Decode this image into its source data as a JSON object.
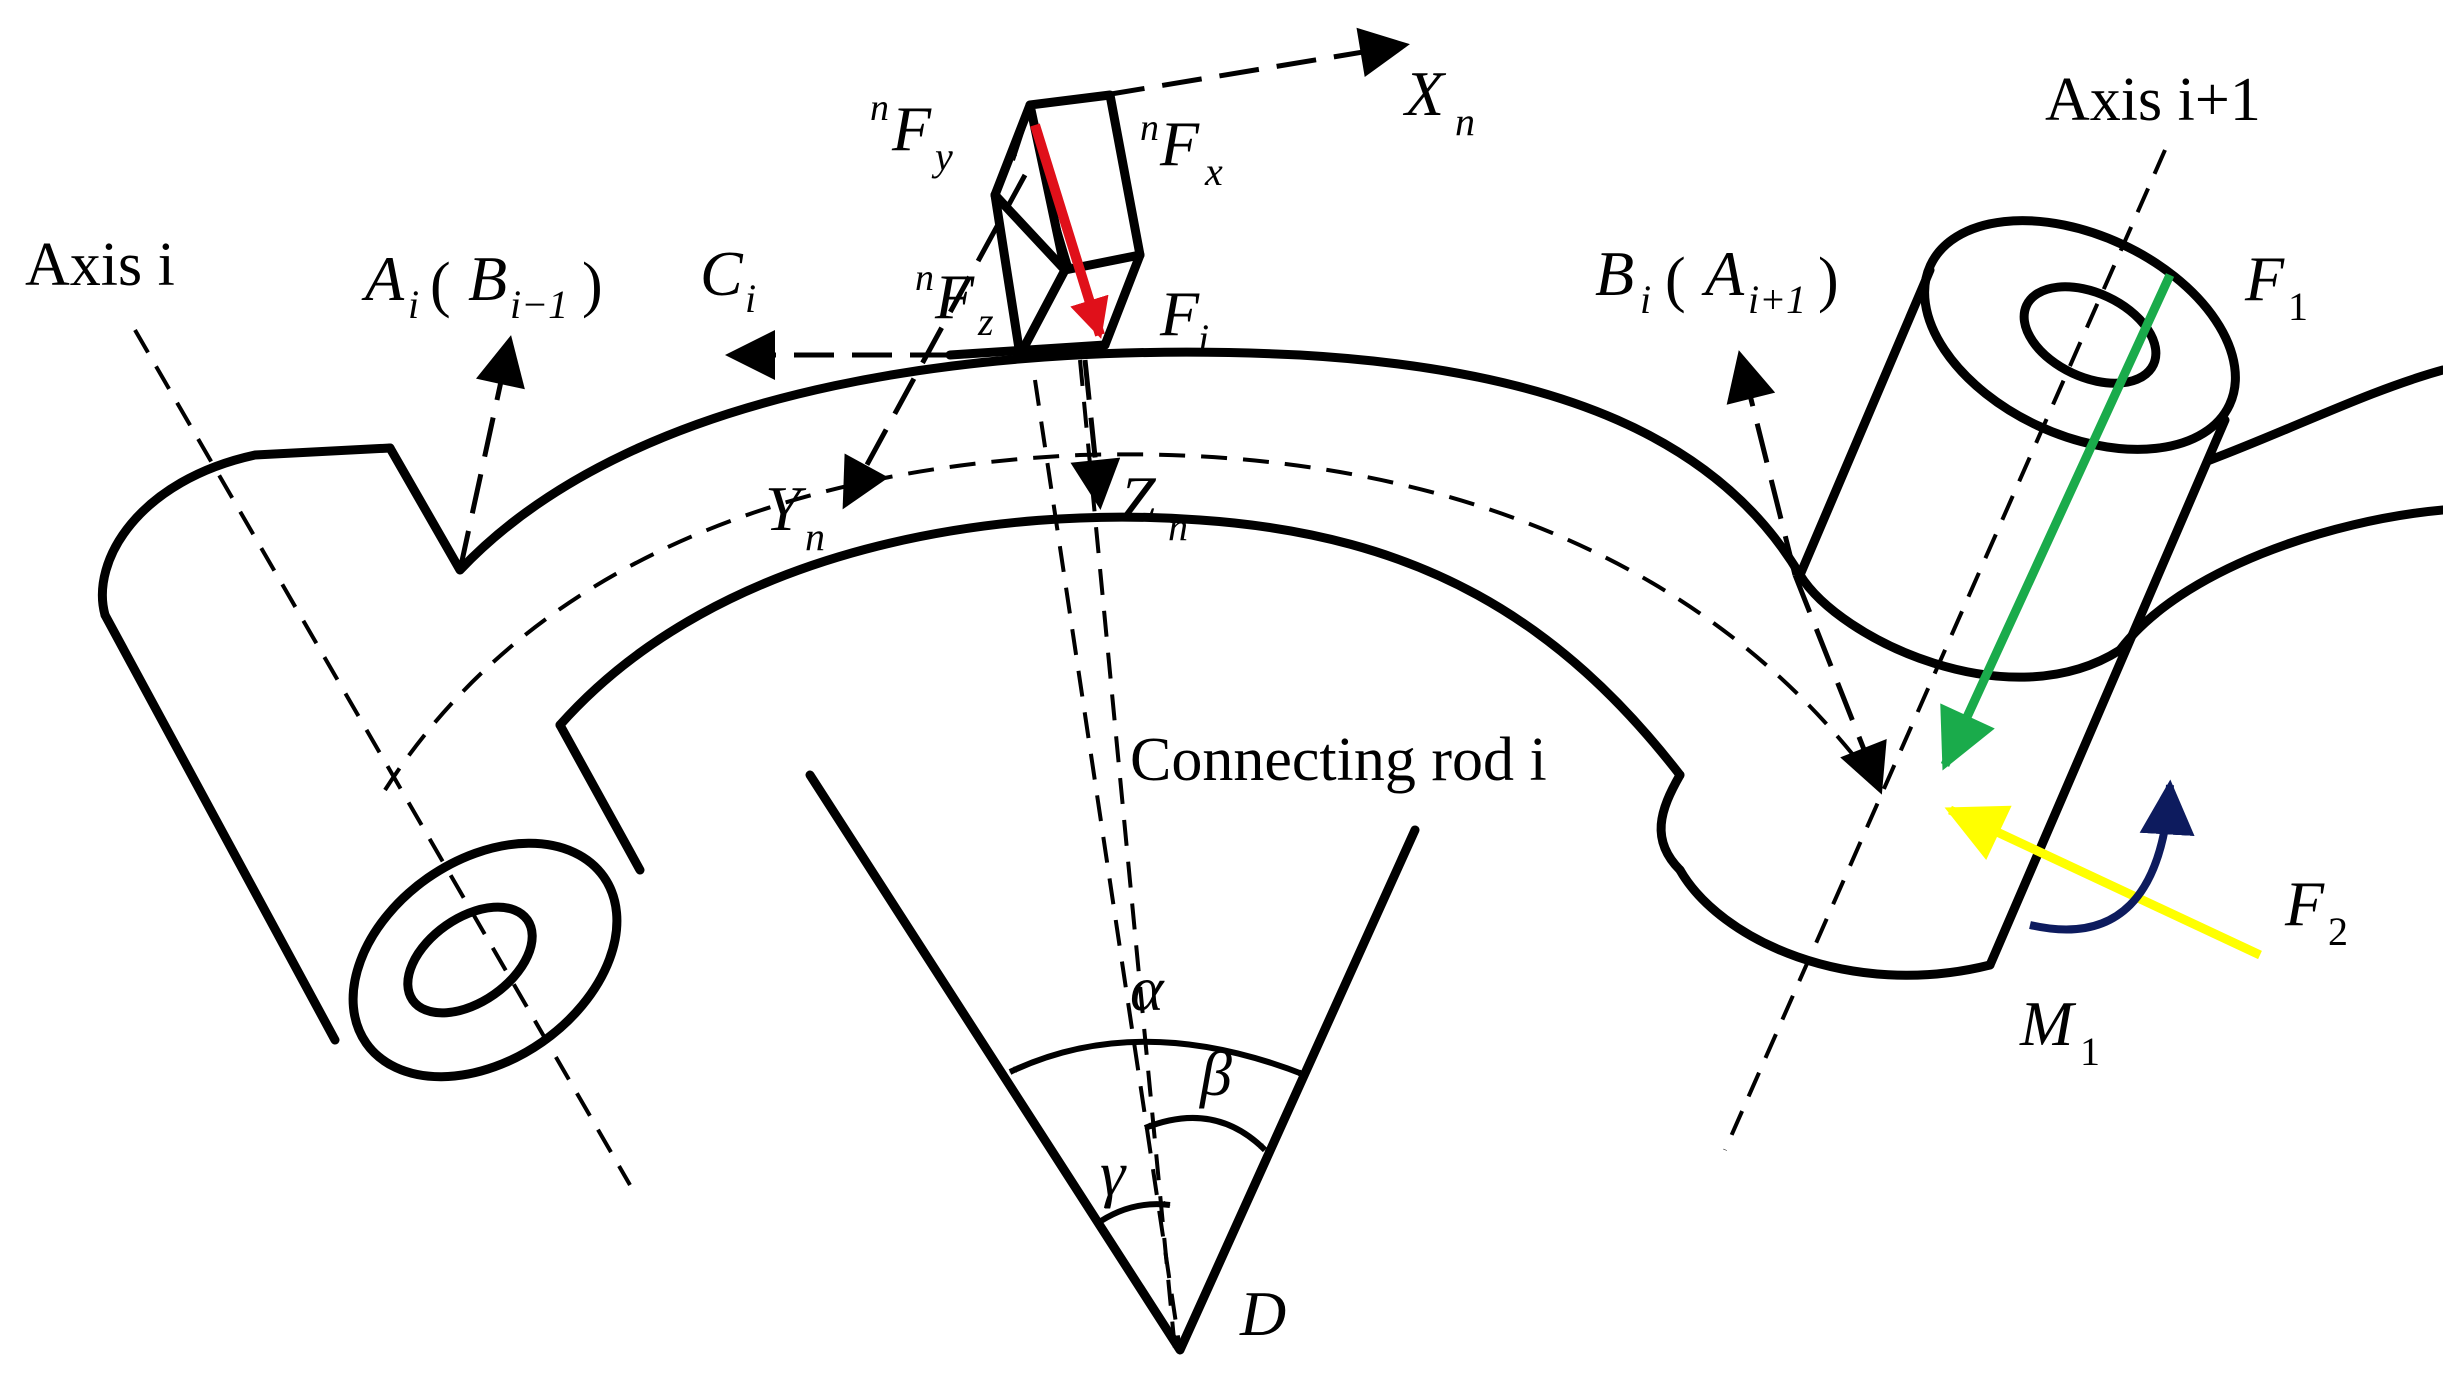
{
  "labels": {
    "axis_i": "Axis i",
    "axis_i_plus_1": "Axis i+1",
    "rod": "Connecting rod i",
    "A": "A",
    "A_sub": "i",
    "B_prev": "B",
    "B_prev_sub": "i−1",
    "B": "B",
    "B_sub": "i",
    "A_next": "A",
    "A_next_sub": "i+1",
    "C": "C",
    "C_sub": "i",
    "F": "F",
    "F_sub": "i",
    "nFx_sup": "n",
    "nFx": "F",
    "nFx_sub": "x",
    "nFy_sup": "n",
    "nFy": "F",
    "nFy_sub": "y",
    "nFz_sup": "n",
    "nFz": "F",
    "nFz_sub": "z",
    "Xn": "X",
    "Xn_sub": "n",
    "Yn": "Y",
    "Yn_sub": "n",
    "Zn": "Z",
    "Zn_sub": "n",
    "F1": "F",
    "F1_sub": "1",
    "F2": "F",
    "F2_sub": "2",
    "M1": "M",
    "M1_sub": "1",
    "alpha": "α",
    "beta": "β",
    "gamma": "γ",
    "D": "D"
  },
  "colors": {
    "F1_arrow": "#1aab4b",
    "F2_arrow": "#ffff00",
    "M1_arrow": "#0d1b5e",
    "Fi_arrow": "#e0101a",
    "outline": "#000000"
  }
}
